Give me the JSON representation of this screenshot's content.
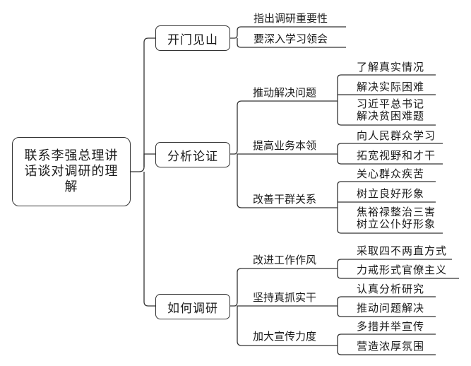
{
  "root": {
    "label": "联系李强总理讲话谈对调研的理解"
  },
  "branches": [
    {
      "label": "开门见山",
      "leaves": [
        "指出调研重要性",
        "要深入学习领会"
      ]
    },
    {
      "label": "分析论证",
      "children": [
        {
          "label": "推动解决问题",
          "leaves": [
            "了解真实情况",
            "解决实际困难",
            "习近平总书记\n解决贫困难题"
          ]
        },
        {
          "label": "提高业务本领",
          "leaves": [
            "向人民群众学习",
            "拓宽视野和才干"
          ]
        },
        {
          "label": "改善干群关系",
          "leaves": [
            "关心群众疾苦",
            "树立良好形象",
            "焦裕禄整治三害\n树立公仆好形象"
          ]
        }
      ]
    },
    {
      "label": "如何调研",
      "children": [
        {
          "label": "改进工作作风",
          "leaves": [
            "采取四不两直方式",
            "力戒形式官僚主义"
          ]
        },
        {
          "label": "坚持真抓实干",
          "leaves": [
            "认真分析研究",
            "推动问题解决"
          ]
        },
        {
          "label": "加大宣传力度",
          "leaves": [
            "多措并举宣传",
            "营造浓厚氛围"
          ]
        }
      ]
    }
  ],
  "colors": {
    "line": "#333333",
    "text": "#1a1a1a"
  }
}
